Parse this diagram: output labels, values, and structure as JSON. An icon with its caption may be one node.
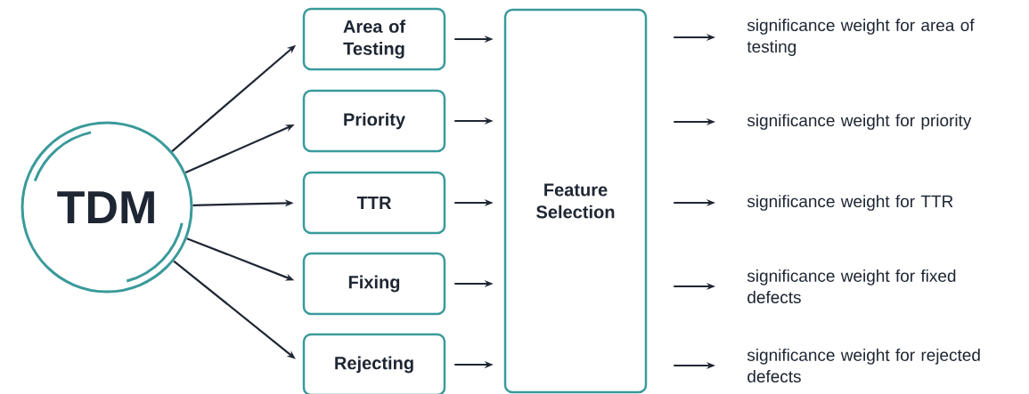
{
  "diagram": {
    "nodes": [
      {
        "text": [
          "TDM"
        ]
      },
      {
        "text": [
          "Area of Testing"
        ]
      },
      {
        "text": [
          "Priority"
        ]
      },
      {
        "text": [
          "TTR"
        ]
      },
      {
        "text": [
          "Fixing"
        ]
      },
      {
        "text": [
          "Rejecting"
        ]
      },
      {
        "text": [
          "Feature Selection"
        ]
      },
      {
        "text": [
          "significance weight for area of testing"
        ]
      },
      {
        "text": [
          "significance weight for priority"
        ]
      },
      {
        "text": [
          "significance weight for TTR"
        ]
      },
      {
        "text": [
          "significance weight for fixed defects"
        ]
      },
      {
        "text": [
          "significance weight for rejected defects"
        ]
      }
    ],
    "edges": [
      {
        "from": 0,
        "to": 1,
        "arrow": "to"
      },
      {
        "from": 0,
        "to": 2,
        "arrow": "to"
      },
      {
        "from": 0,
        "to": 3,
        "arrow": "to"
      },
      {
        "from": 0,
        "to": 4,
        "arrow": "to"
      },
      {
        "from": 0,
        "to": 5,
        "arrow": "to"
      },
      {
        "from": 1,
        "to": 6,
        "arrow": "to"
      },
      {
        "from": 2,
        "to": 6,
        "arrow": "to"
      },
      {
        "from": 3,
        "to": 6,
        "arrow": "to"
      },
      {
        "from": 4,
        "to": 6,
        "arrow": "to"
      },
      {
        "from": 5,
        "to": 6,
        "arrow": "to"
      },
      {
        "from": 6,
        "to": 7,
        "arrow": "to"
      },
      {
        "from": 6,
        "to": 8,
        "arrow": "to"
      },
      {
        "from": 6,
        "to": 9,
        "arrow": "to"
      },
      {
        "from": 6,
        "to": 10,
        "arrow": "to"
      },
      {
        "from": 6,
        "to": 11,
        "arrow": "to"
      }
    ]
  }
}
